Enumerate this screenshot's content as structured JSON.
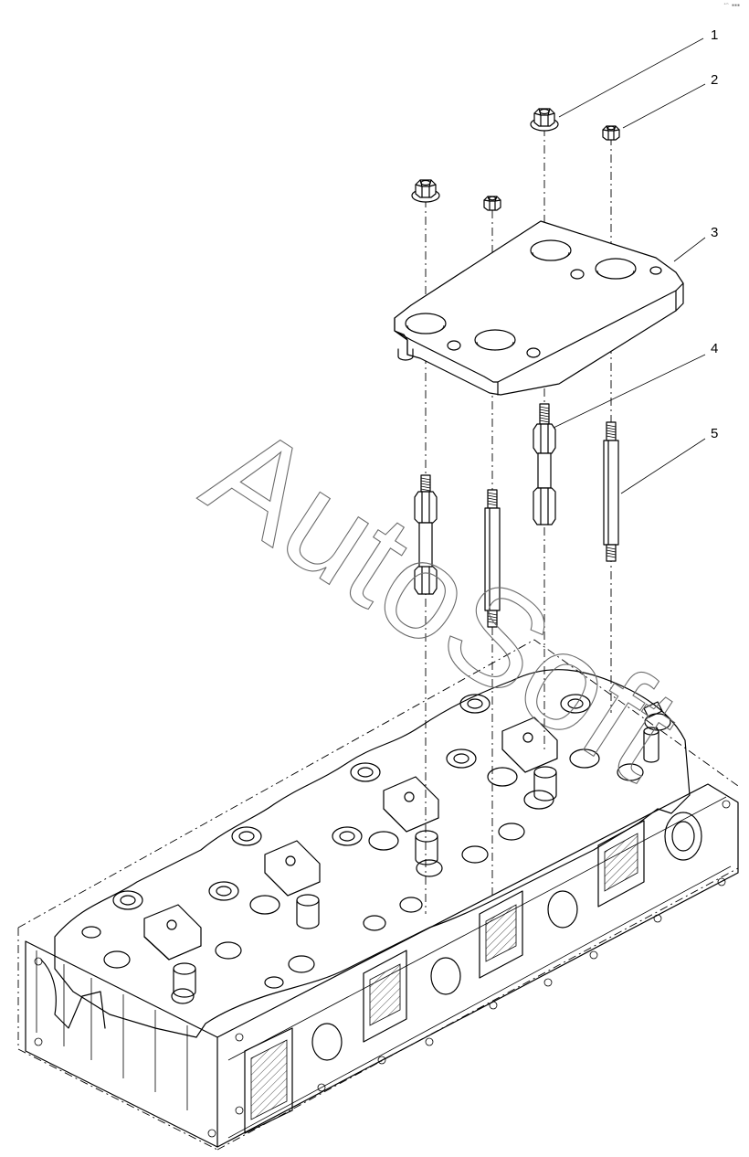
{
  "callouts": [
    {
      "id": "1",
      "label": "1"
    },
    {
      "id": "2",
      "label": "2"
    },
    {
      "id": "3",
      "label": "3"
    },
    {
      "id": "4",
      "label": "4"
    },
    {
      "id": "5",
      "label": "5"
    }
  ],
  "watermark": {
    "text": "AutoSoft"
  },
  "corner_mark": "ᵃʰ ▪▪▪"
}
